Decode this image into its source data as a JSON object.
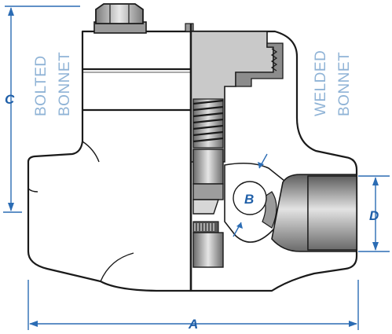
{
  "labels": {
    "left_view": [
      "BOLTED",
      "BONNET"
    ],
    "right_view": [
      "WELDED",
      "BONNET"
    ]
  },
  "dimensions": {
    "a": "A",
    "b": "B",
    "c": "C",
    "d": "D"
  },
  "colors": {
    "bonnet_blue": "#7fb0dc",
    "steel_dark": "#6e6e6e",
    "steel_light": "#d9d9d9",
    "dimension_blue": "#2b6cb4",
    "label_blue": "#8fb3d6"
  }
}
